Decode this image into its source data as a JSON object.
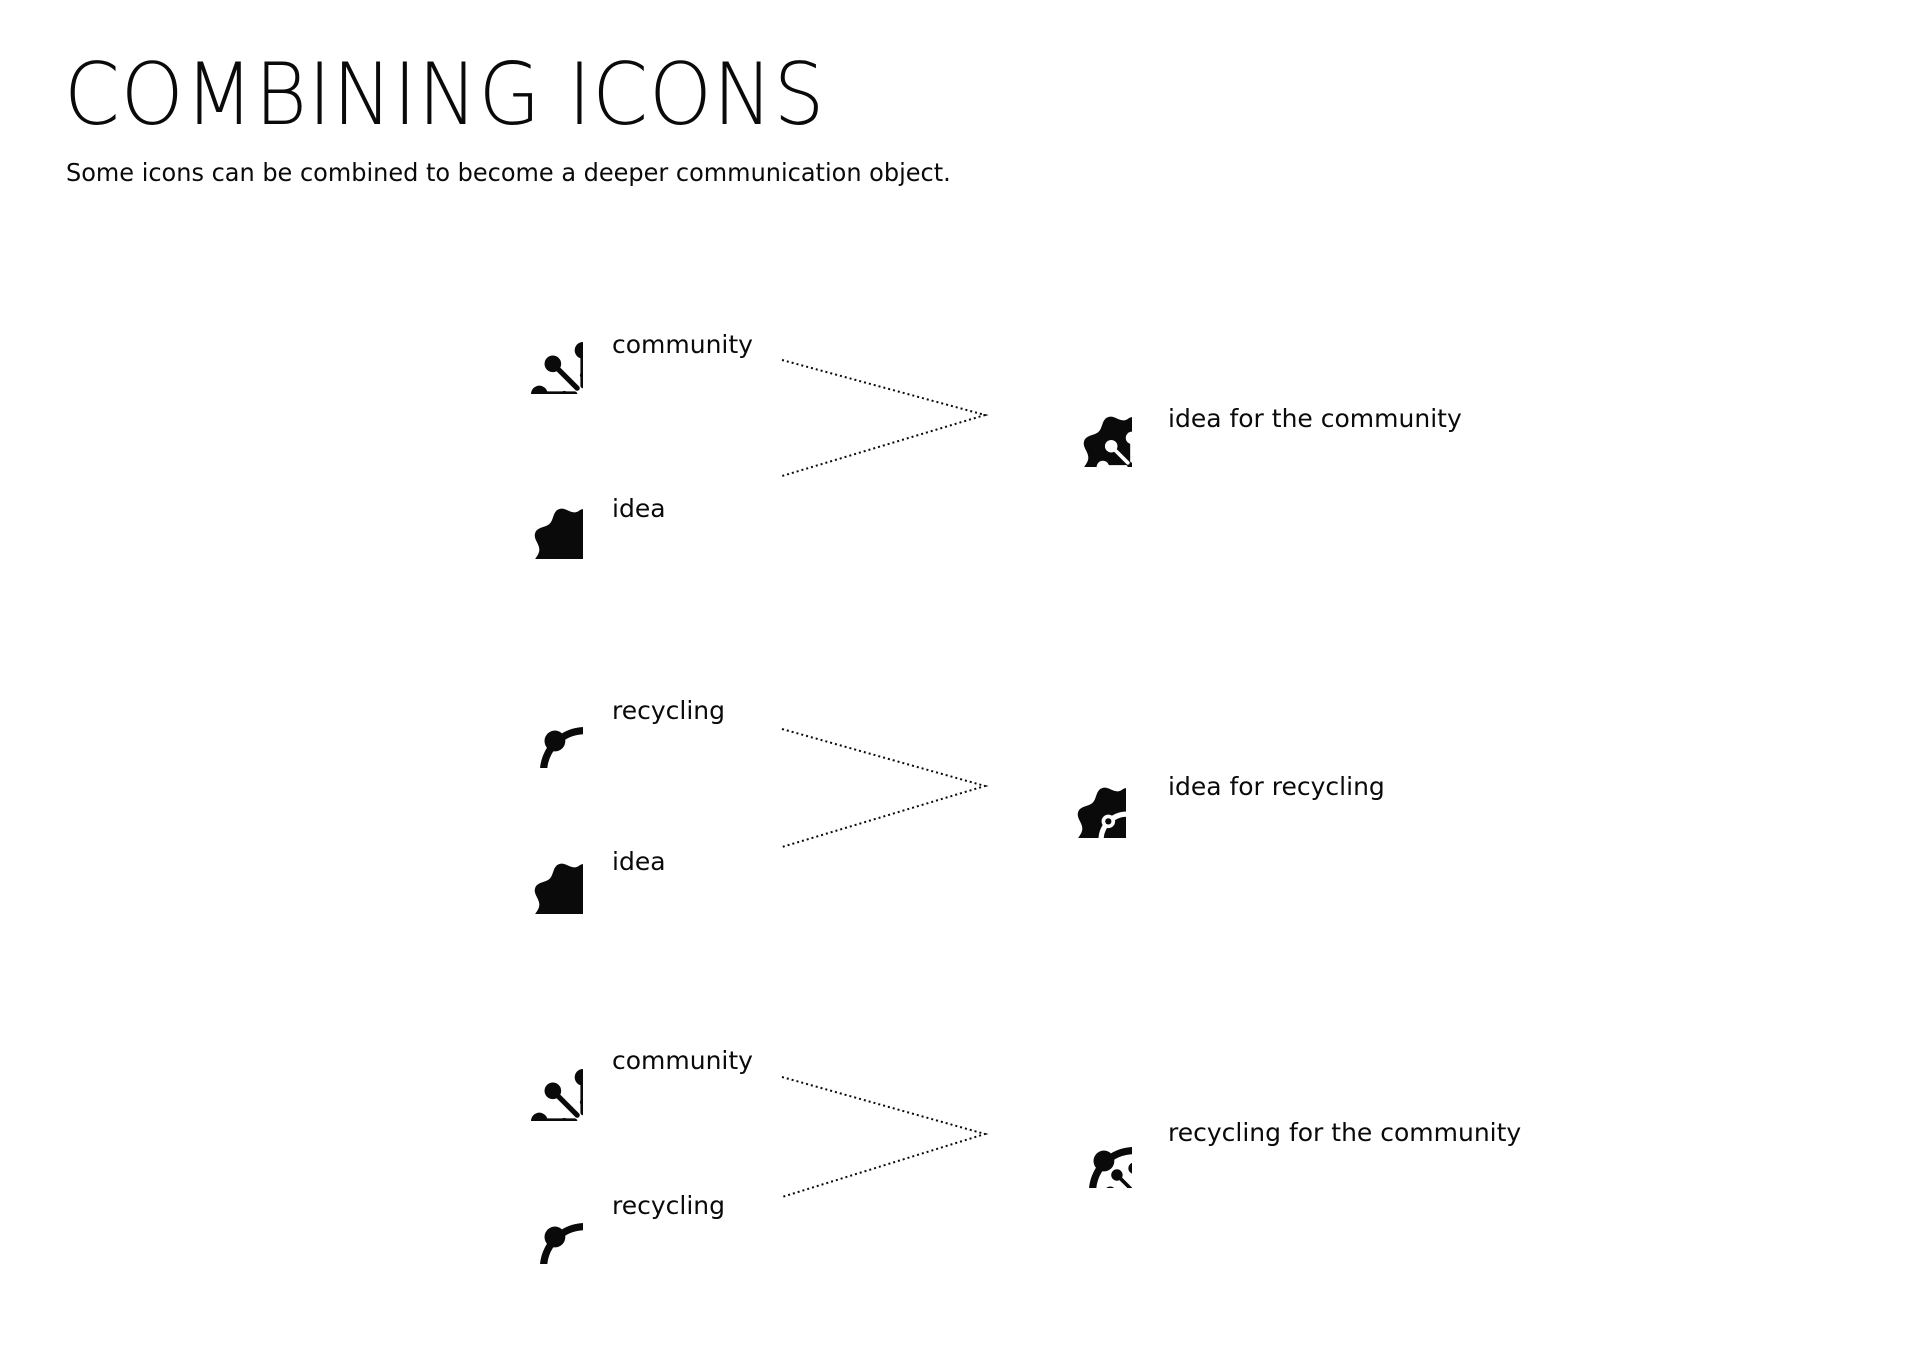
{
  "page": {
    "title": "COMBINING ICONS",
    "subtitle": "Some icons can be combined to become a deeper communication object."
  },
  "colors": {
    "ink": "#0a0a0a",
    "background": "#ffffff"
  },
  "combinations": [
    {
      "inputs": [
        {
          "label": "community",
          "icon": "community-icon"
        },
        {
          "label": "idea",
          "icon": "idea-icon"
        }
      ],
      "result": {
        "label": "idea for the community",
        "icon": "idea-community-icon"
      }
    },
    {
      "inputs": [
        {
          "label": "recycling",
          "icon": "recycling-icon"
        },
        {
          "label": "idea",
          "icon": "idea-icon"
        }
      ],
      "result": {
        "label": "idea for recycling",
        "icon": "idea-recycling-icon"
      }
    },
    {
      "inputs": [
        {
          "label": "community",
          "icon": "community-icon"
        },
        {
          "label": "recycling",
          "icon": "recycling-icon"
        }
      ],
      "result": {
        "label": "recycling for the community",
        "icon": "recycling-community-icon"
      }
    }
  ]
}
